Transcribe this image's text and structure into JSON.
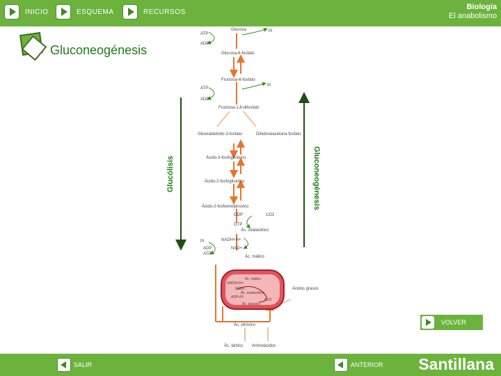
{
  "nav": {
    "inicio": "INICIO",
    "esquema": "ESQUEMA",
    "recursos": "RECURSOS"
  },
  "header": {
    "subject": "Biología",
    "topic": "El anabolismo"
  },
  "page_title": "Gluconeogénesis",
  "diagram": {
    "left_axis": "Glucólisis",
    "right_axis": "Gluconeogénesis",
    "labels": {
      "glucosa": "Glucosa",
      "pi1": "Pi",
      "atp1": "ATP",
      "adp1": "ADP",
      "g6p": "Glucosa-6-fosfato",
      "f6p": "Fructosa-6-fosfato",
      "pi2": "Pi",
      "atp2": "ATP",
      "adp2": "ADP",
      "f16bp": "Fructosa-1,6-difosfato",
      "g3p": "Gliceraldehido-3-fosfato",
      "dhap": "Dihidroxiacetona fosfato",
      "a3fg": "Ácido-3-fosfoglicérico",
      "a2fg": "Ácido-2-fosfoglicérico",
      "pep": "Ácido-2-fosfoenolpirúvico",
      "gdp": "GDP",
      "co2a": "CO2",
      "gtp": "GTP",
      "oxal": "Ác. oxalacético",
      "nadh": "NADH+H+",
      "nad": "NAD+",
      "pi3": "Pi",
      "adp3": "ADP",
      "atp3": "ATP",
      "malico": "Ác. málico",
      "m_malico": "Ác. málico",
      "m_nadh": "NADH+H+",
      "m_nad": "NAD+",
      "m_oxal": "Ác. oxalacético",
      "m_adp": "ADP+Pi",
      "m_co2": "CO2",
      "m_piruv": "Ác. pirúvico",
      "grasos": "Ácidos grasos",
      "piruvico": "Ác. pirúvico",
      "lactico": "Ác. láctico",
      "aminoacidos": "Aminoácidos"
    }
  },
  "volver": "VOLVER",
  "salir": "SALIR",
  "anterior": "ANTERIOR",
  "logo": "Santillana",
  "colors": {
    "green": "#6cb33e",
    "orange": "#e8742c",
    "pink": "#f4b6b6",
    "red": "#c0392b"
  }
}
